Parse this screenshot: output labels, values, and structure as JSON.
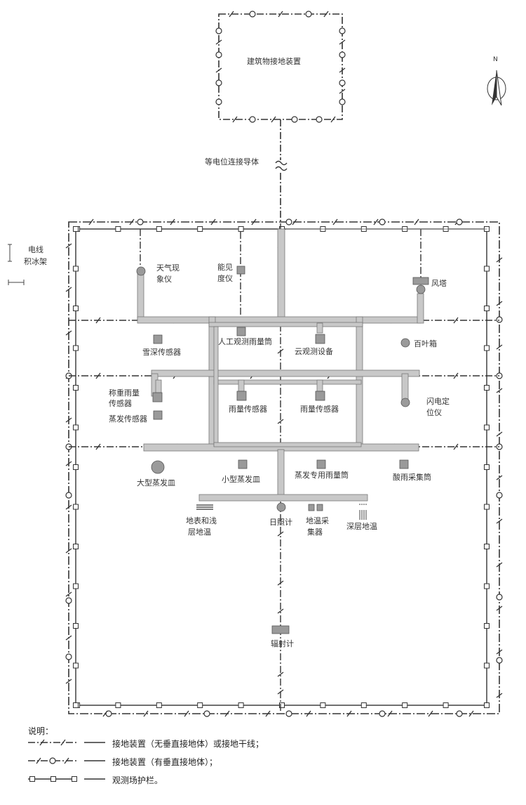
{
  "building_label": "建筑物接地装置",
  "equipotential_label": "等电位连接导体",
  "compass": {
    "label": "N"
  },
  "outside": {
    "line1": "电线",
    "line2": "积冰架"
  },
  "instruments": {
    "weather_phen": {
      "line1": "天气现",
      "line2": "象仪"
    },
    "ceilometer": {
      "line1": "能见",
      "line2": "度仪"
    },
    "wind_tower": "风塔",
    "snow_sensor": "雪深传感器",
    "manual_rain": "人工观测雨量筒",
    "cloud": "云观测设备",
    "louver_box": "百叶箱",
    "weighing_rain": {
      "line1": "称重雨量",
      "line2": "传感器"
    },
    "evap_sensor": "蒸发传感器",
    "rain_sensor_1": "雨量传感器",
    "rain_sensor_2": "雨量传感器",
    "lightning": {
      "line1": "闪电定",
      "line2": "位仪"
    },
    "large_evap": "大型蒸发皿",
    "small_evap": "小型蒸发皿",
    "evap_rain": "蒸发专用雨量筒",
    "acid_rain": "酸雨采集筒",
    "surface_temp": {
      "line1": "地表和浅",
      "line2": "层地温"
    },
    "sunshine": "日照计",
    "soil_collector": {
      "line1": "地温采",
      "line2": "集器"
    },
    "deep_soil": "深层地温",
    "radiometer": "辐射计"
  },
  "legend": {
    "title": "说明：",
    "items": [
      "接地装置（无垂直接地体）或接地干线；",
      "接地装置（有垂直接地体）；",
      "观测场护栏。"
    ]
  },
  "colors": {
    "line": "#333333",
    "duct": "#bdbdbd",
    "duct_edge": "#7a7a7a",
    "device": "#9a9a9a"
  }
}
